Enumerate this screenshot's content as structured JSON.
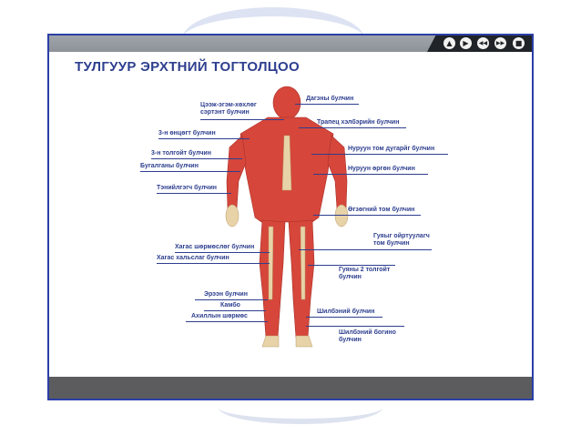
{
  "slide": {
    "title": "ТУЛГУУР ЭРХТНИЙ ТОГТОЛЦОО",
    "controls": [
      {
        "name": "up-icon",
        "glyph": "▲"
      },
      {
        "name": "next-icon",
        "glyph": "▶"
      },
      {
        "name": "rewind-icon",
        "glyph": "◀◀"
      },
      {
        "name": "fast-forward-icon",
        "glyph": "▶▶"
      },
      {
        "name": "stop-icon",
        "glyph": "■"
      }
    ],
    "labels_left": [
      {
        "text1": "Цээж-эгэм-хөхлөг",
        "text2": "сэртэнт булчин"
      },
      {
        "text1": "3-н өнцөгт булчин"
      },
      {
        "text1": "3-н толгойт булчин"
      },
      {
        "text1": "Бугалганы булчин"
      },
      {
        "text1": "Тэнийлгэгч булчин"
      },
      {
        "text1": "Хагас шөрмөслөг булчин"
      },
      {
        "text1": "Хагас хальслаг булчин"
      },
      {
        "text1": "Эрээн булчин"
      },
      {
        "text1": "Камбо"
      },
      {
        "text1": "Ахиллын шөрмөс"
      }
    ],
    "labels_right": [
      {
        "text1": "Дагзны булчин"
      },
      {
        "text1": "Трапец хэлбэрийн булчин"
      },
      {
        "text1": "Нуруун том дугарйг булчин"
      },
      {
        "text1": "Нуруун өргөн булчин"
      },
      {
        "text1": "Өгзөгний том булчин"
      },
      {
        "text1": "Гуяыг ойртуулагч",
        "text2": "том булчин"
      },
      {
        "text1": "Гуяны 2 толгойт",
        "text2": "булчин"
      },
      {
        "text1": "Шилбэний булчин"
      },
      {
        "text1": "Шилбэний богино",
        "text2": "булчин"
      }
    ],
    "colors": {
      "muscle": "#d6463a",
      "bone": "#e8d3a8",
      "title": "#2e3f8f",
      "frame": "#2b3fa7"
    }
  }
}
